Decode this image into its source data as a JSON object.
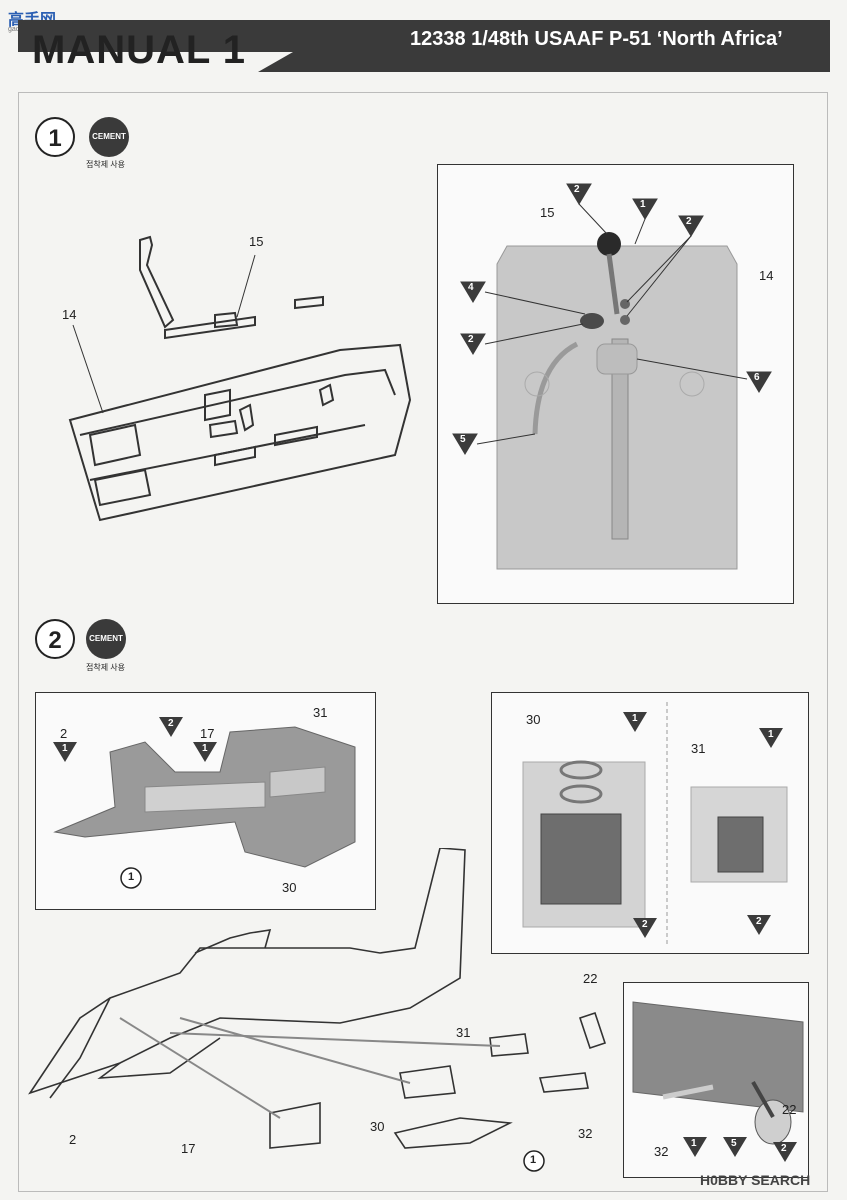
{
  "watermark_logo": {
    "line1": "高手网",
    "line2": "gaoshou.com"
  },
  "header": {
    "title": "MANUAL 1",
    "kit": "12338 1/48th USAAF P-51 ‘North Africa’"
  },
  "cement": {
    "label": "CEMENT",
    "note": "접착제 사용"
  },
  "step1": {
    "number": "1",
    "labels": {
      "d_15": "15",
      "d_14": "14",
      "p_15": "15",
      "p_14": "14",
      "c_2a": "2",
      "c_1": "1",
      "c_2b": "2",
      "c_4": "4",
      "c_2c": "2",
      "c_6": "6",
      "c_5": "5"
    }
  },
  "step2": {
    "number": "2",
    "labels": {
      "a_2": "2",
      "a_1": "1",
      "a_2b": "2",
      "a_17": "17",
      "a_1b": "1",
      "a_31": "31",
      "a_30": "30",
      "a_circ1": "1",
      "b_30": "30",
      "b_1": "1",
      "b_2": "2",
      "b_31": "31",
      "b_1b": "1",
      "b_2b": "2",
      "f_22": "22",
      "f_31": "31",
      "f_2": "2",
      "f_17": "17",
      "f_30": "30",
      "f_32": "32",
      "f_circ1": "1",
      "c_32": "32",
      "c_22": "22",
      "c_1": "1",
      "c_5": "5",
      "c_2": "2"
    }
  },
  "footer_watermark": "H0BBY SEARCH",
  "colors": {
    "header_dark": "#3a3a3a",
    "part_gray": "#bdbdbd",
    "marker": "#3b3b3b"
  }
}
